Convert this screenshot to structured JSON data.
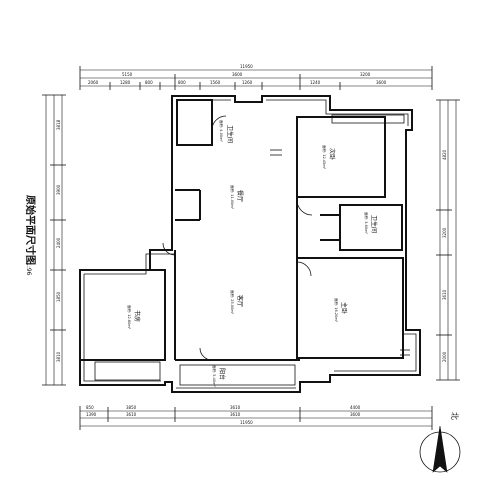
{
  "drawing": {
    "title": "原始平面尺寸图",
    "scale": "1:96",
    "north_label": "北"
  },
  "rooms": [
    {
      "name": "卫生间",
      "area": "面积: 4.00m²"
    },
    {
      "name": "次卧",
      "area": "面积: 12.45m²"
    },
    {
      "name": "餐厅",
      "area": "面积: 11.00m²"
    },
    {
      "name": "卫生间",
      "area": "面积: 3.60m²"
    },
    {
      "name": "主卧",
      "area": "面积: 16.20m²"
    },
    {
      "name": "客厅",
      "area": "面积: 25.00m²"
    },
    {
      "name": "书房",
      "area": "面积: 12.80m²"
    },
    {
      "name": "阳台",
      "area": "面积: 5.40m²"
    }
  ],
  "dimensions": {
    "top_total": "11950",
    "top_row1": [
      "5150",
      "3600",
      "3200"
    ],
    "top_row2": [
      "2060",
      "1280",
      "800",
      "800",
      "1560",
      "1260",
      "1240",
      "3600"
    ],
    "bottom_total": "11950",
    "bottom_row": [
      "850",
      "3850",
      "3610",
      "4400"
    ],
    "bottom_row2": [
      "1390",
      "3610",
      "3610",
      "3600"
    ],
    "left": [
      "3818",
      "3900",
      "2400",
      "1850",
      "3810"
    ],
    "right": [
      "4820",
      "3200",
      "3610",
      "2000"
    ]
  }
}
